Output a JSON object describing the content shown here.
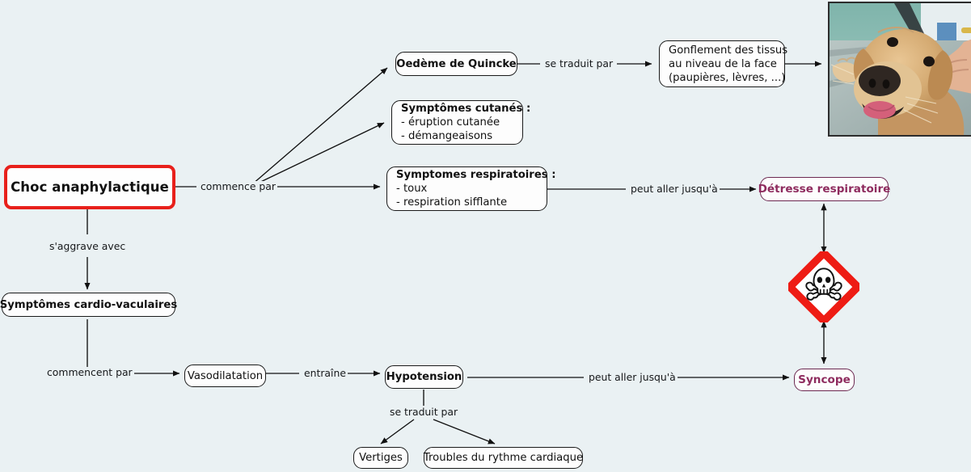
{
  "diagram": {
    "title": "Choc anaphylactique",
    "background_color": "#eaf1f3",
    "type": "concept-map",
    "language": "fr"
  },
  "nodes": {
    "root": {
      "label": "Choc anaphylactique",
      "accent_color": "#e8201b"
    },
    "oedeme": {
      "label": "Oedème de Quincke"
    },
    "cutanes": {
      "title": "Symptômes cutanés :",
      "item1": "- éruption cutanée",
      "item2": "- démangeaisons"
    },
    "respiratoires": {
      "title": "Symptomes respiratoires :",
      "item1": "- toux",
      "item2": "- respiration sifflante"
    },
    "gonflement": {
      "line1": "Gonflement des tissus",
      "line2": "au niveau de la face",
      "line3": "(paupières, lèvres, ...)"
    },
    "detresse": {
      "label": "Détresse respiratoire",
      "accent_color": "#8e2b5e"
    },
    "cardio": {
      "label": "Symptômes cardio-vaculaires"
    },
    "vasodilatation": {
      "label": "Vasodilatation"
    },
    "hypotension": {
      "label": "Hypotension"
    },
    "vertiges": {
      "label": "Vertiges"
    },
    "troubles": {
      "label": "Troubles du rythme cardiaque"
    },
    "syncope": {
      "label": "Syncope",
      "accent_color": "#8e2b5e"
    },
    "hazard": {
      "name": "toxic-hazard-pictogram",
      "border_color": "#ee1c14"
    },
    "photo": {
      "name": "dog-swollen-face-photo"
    }
  },
  "edges": [
    {
      "id": "e1",
      "label": "commence par",
      "from": "root",
      "to": "oedeme"
    },
    {
      "id": "e2",
      "label": "commence par",
      "from": "root",
      "to": "cutanes"
    },
    {
      "id": "e3",
      "label": "commence par",
      "from": "root",
      "to": "respiratoires"
    },
    {
      "id": "e4",
      "label": "se traduit par",
      "from": "oedeme",
      "to": "gonflement"
    },
    {
      "id": "e5",
      "label": "",
      "from": "gonflement",
      "to": "photo"
    },
    {
      "id": "e6",
      "label": "peut aller jusqu'à",
      "from": "respiratoires",
      "to": "detresse"
    },
    {
      "id": "e7",
      "label": "s'aggrave avec",
      "from": "root",
      "to": "cardio"
    },
    {
      "id": "e8",
      "label": "commencent par",
      "from": "cardio",
      "to": "vasodilatation"
    },
    {
      "id": "e9",
      "label": "entraîne",
      "from": "vasodilatation",
      "to": "hypotension"
    },
    {
      "id": "e10",
      "label": "peut aller jusqu'à",
      "from": "hypotension",
      "to": "syncope"
    },
    {
      "id": "e11",
      "label": "se traduit par",
      "from": "hypotension",
      "to": "vertiges"
    },
    {
      "id": "e12",
      "label": "se traduit par",
      "from": "hypotension",
      "to": "troubles"
    },
    {
      "id": "e13",
      "label": "",
      "from": "detresse",
      "to": "hazard"
    },
    {
      "id": "e14",
      "label": "",
      "from": "hazard",
      "to": "syncope"
    }
  ],
  "edge_labels": {
    "commence_par": "commence par",
    "se_traduit_par": "se traduit par",
    "peut_aller_jusqua": "peut aller jusqu'à",
    "saggrave_avec": "s'aggrave avec",
    "commencent_par": "commencent par",
    "entraine": "entraîne",
    "se_traduit_par_2": "se traduit par",
    "peut_aller_jusqua_2": "peut aller jusqu'à"
  }
}
